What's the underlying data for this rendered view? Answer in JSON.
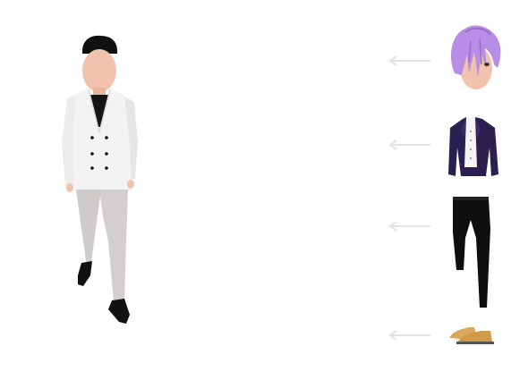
{
  "scene": {
    "avatar": {
      "icon": "dressed-avatar-icon"
    },
    "wardrobe": [
      {
        "id": "hair",
        "icon": "purple-hair-icon",
        "color": "#b88de6"
      },
      {
        "id": "jacket",
        "icon": "navy-jacket-icon",
        "color": "#2a1f4e"
      },
      {
        "id": "pants",
        "icon": "black-pants-icon",
        "color": "#0f0f0f"
      },
      {
        "id": "shoes",
        "icon": "tan-shoes-icon",
        "color": "#d9a85a"
      }
    ],
    "arrow_icon": "left-arrow-icon",
    "colors": {
      "background": "#ffffff",
      "skin": "#f2c3ac",
      "suit": "#efefef",
      "trousers": "#cfcbcb",
      "arrow": "#e4e4e4"
    }
  }
}
